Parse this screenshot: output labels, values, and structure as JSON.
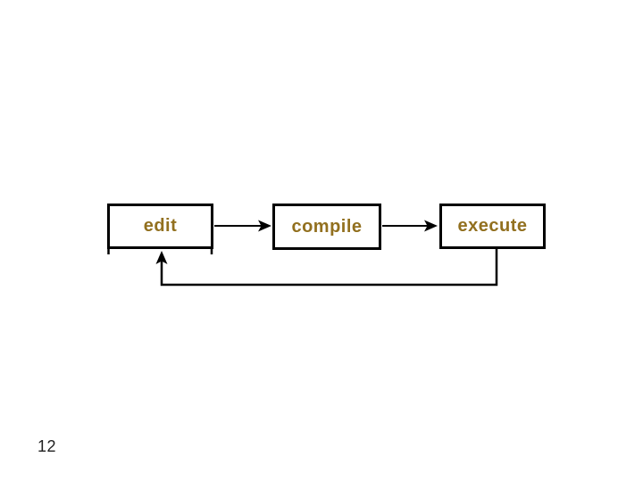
{
  "page": {
    "background_color": "#ffffff",
    "page_number": "12"
  },
  "diagram": {
    "nodes": [
      {
        "id": "edit",
        "label": "edit"
      },
      {
        "id": "compile",
        "label": "compile"
      },
      {
        "id": "execute",
        "label": "execute"
      }
    ],
    "edges": [
      {
        "from": "edit",
        "to": "compile",
        "style": "straight-arrow"
      },
      {
        "from": "compile",
        "to": "execute",
        "style": "straight-arrow"
      },
      {
        "from": "execute",
        "to": "edit",
        "style": "feedback-loop-arrow"
      }
    ],
    "colors": {
      "node_border": "#000000",
      "node_label": "#92701f",
      "connector": "#000000",
      "page_number": "#1f1f1f"
    }
  }
}
